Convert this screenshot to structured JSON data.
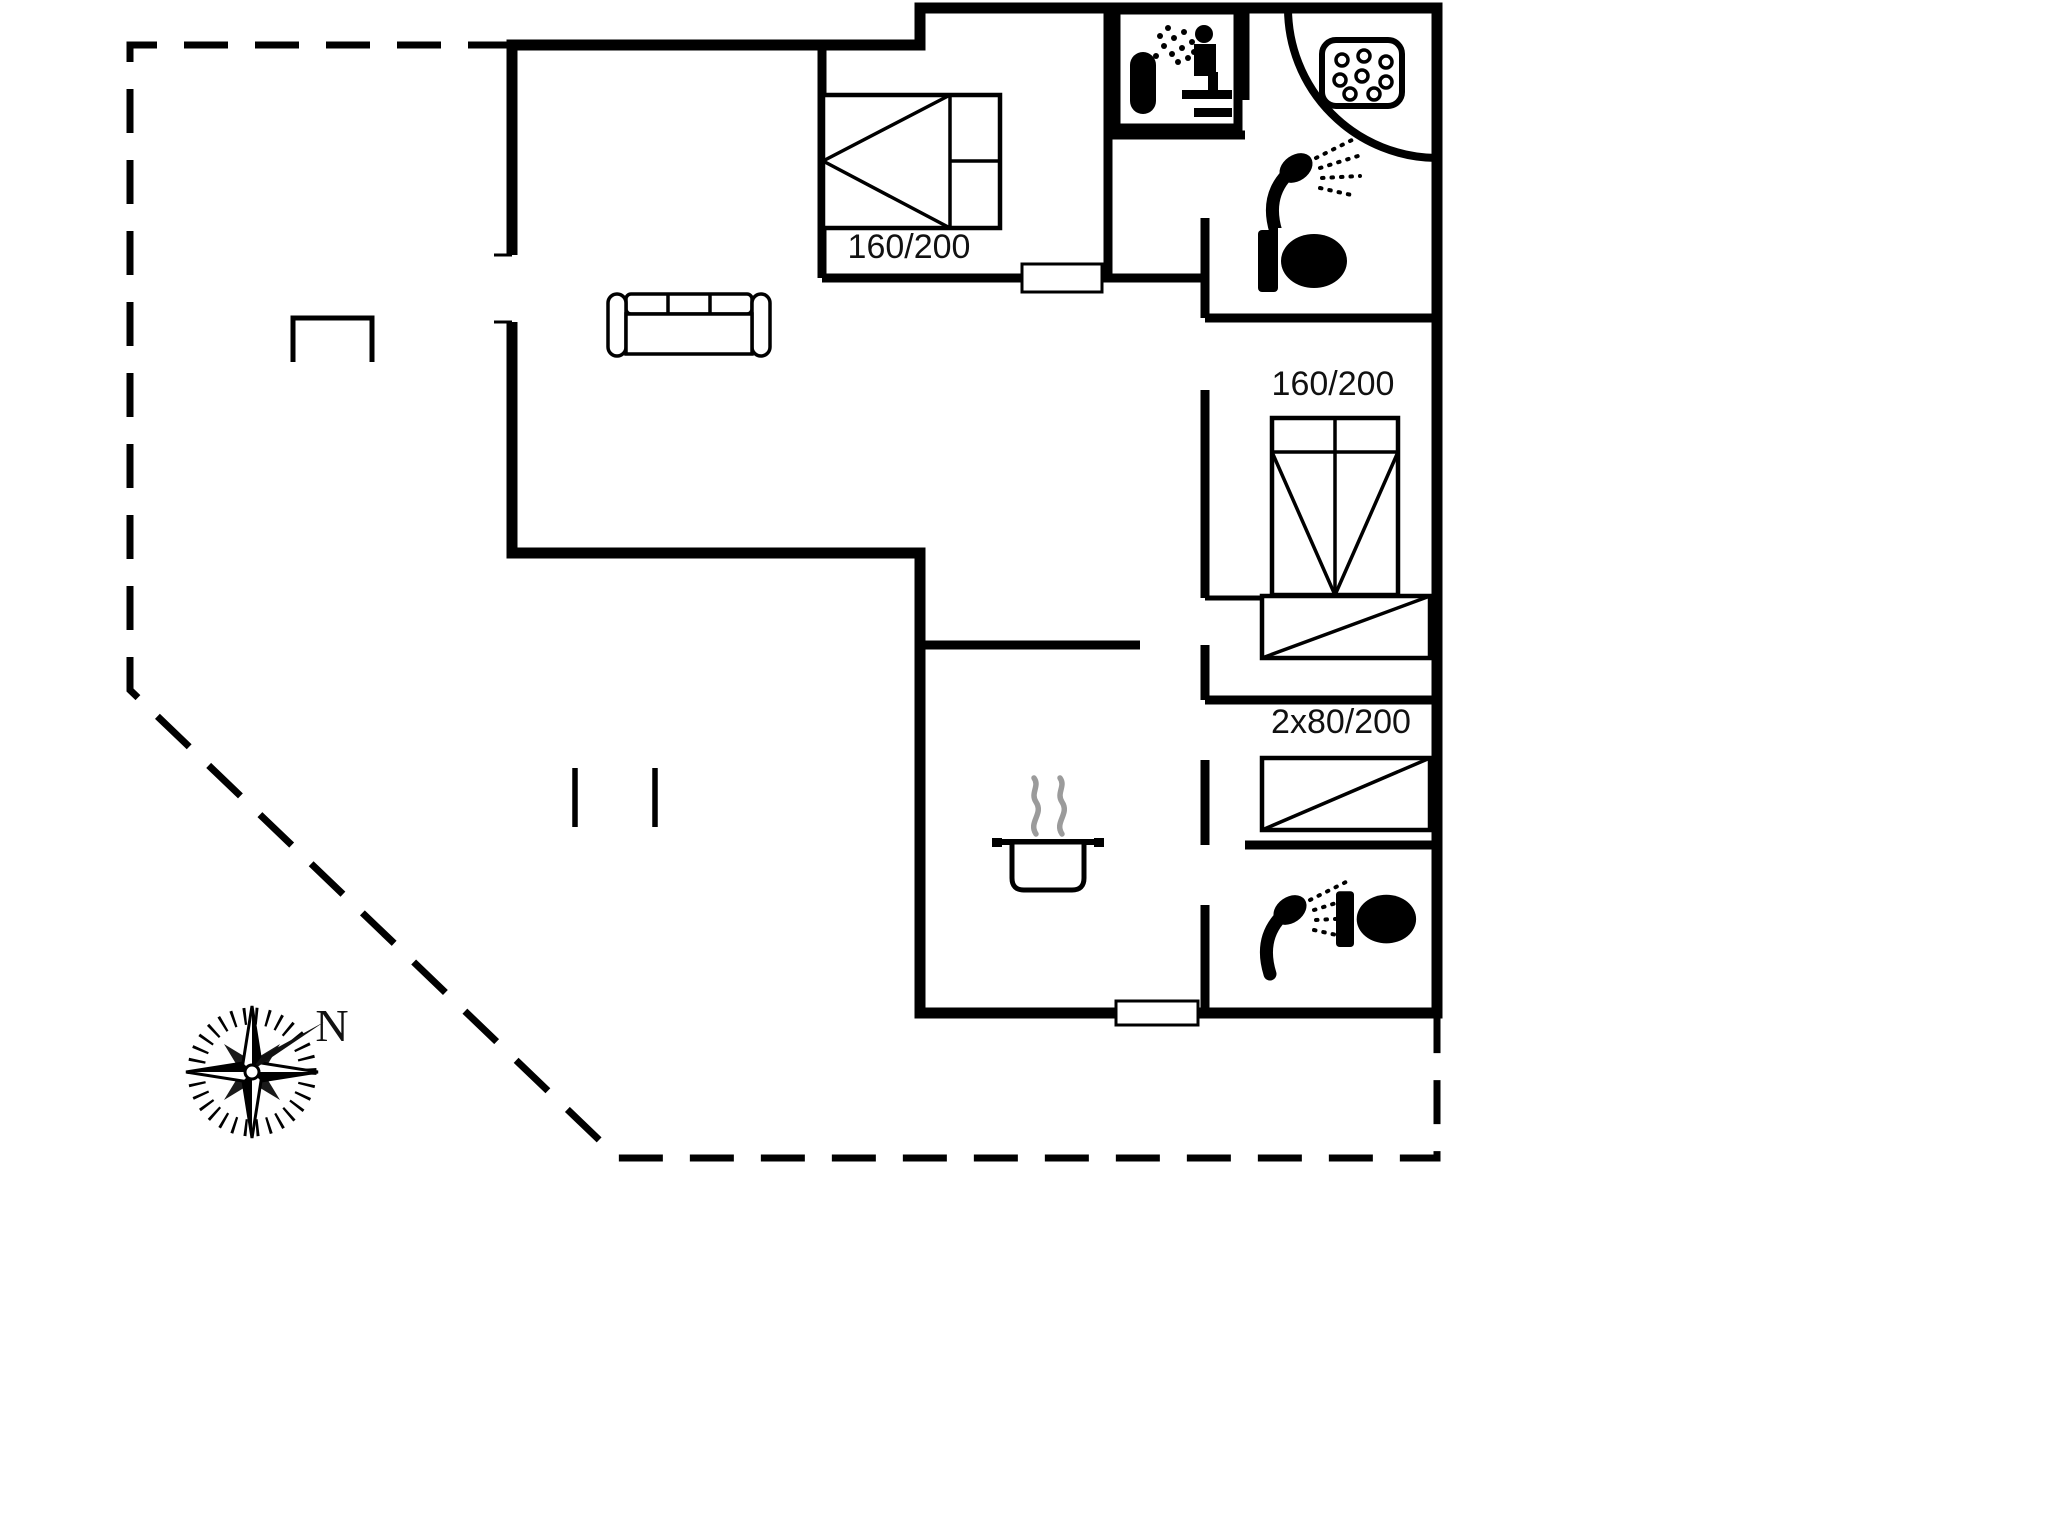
{
  "document": {
    "type": "holiday-home-floor-plan"
  },
  "labels": {
    "bedroom1_bed_size": "160/200",
    "bedroom2_bed_size": "160/200",
    "bedroom3_bunk_size": "2x80/200",
    "compass_north": "N"
  },
  "colors": {
    "wall": "#000000",
    "background": "#ffffff",
    "steam_gray": "#9b9b9b"
  },
  "icons": [
    "sauna-icon",
    "whirlpool-tub-icon",
    "shower-icon",
    "toilet-icon",
    "double-bed-icon",
    "wardrobe-icon",
    "bunk-bed-icon",
    "sofa-icon",
    "cooking-pot-icon",
    "compass-rose-icon"
  ]
}
